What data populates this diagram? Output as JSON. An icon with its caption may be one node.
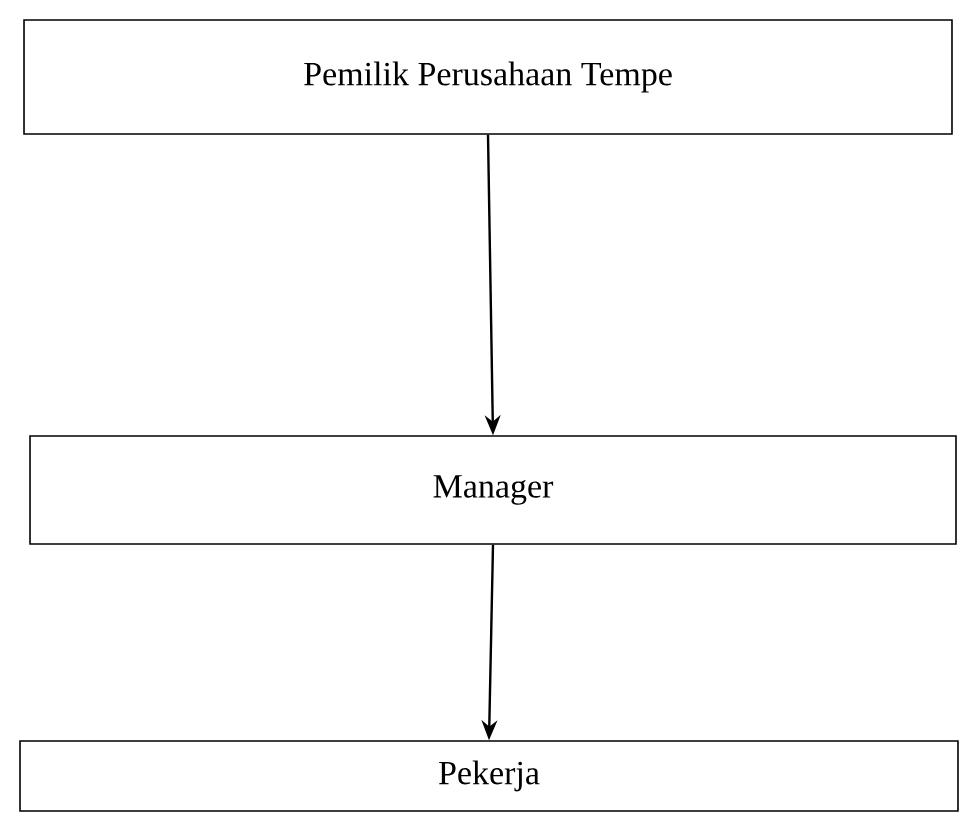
{
  "diagram": {
    "nodes": [
      {
        "text": [
          "Pemilik Perusahaan Tempe"
        ]
      },
      {
        "text": [
          "Manager"
        ]
      },
      {
        "text": [
          "Pekerja"
        ]
      }
    ],
    "edges": [
      {
        "from": 0,
        "to": 1,
        "arrow": "to"
      },
      {
        "from": 1,
        "to": 2,
        "arrow": "to"
      }
    ]
  }
}
